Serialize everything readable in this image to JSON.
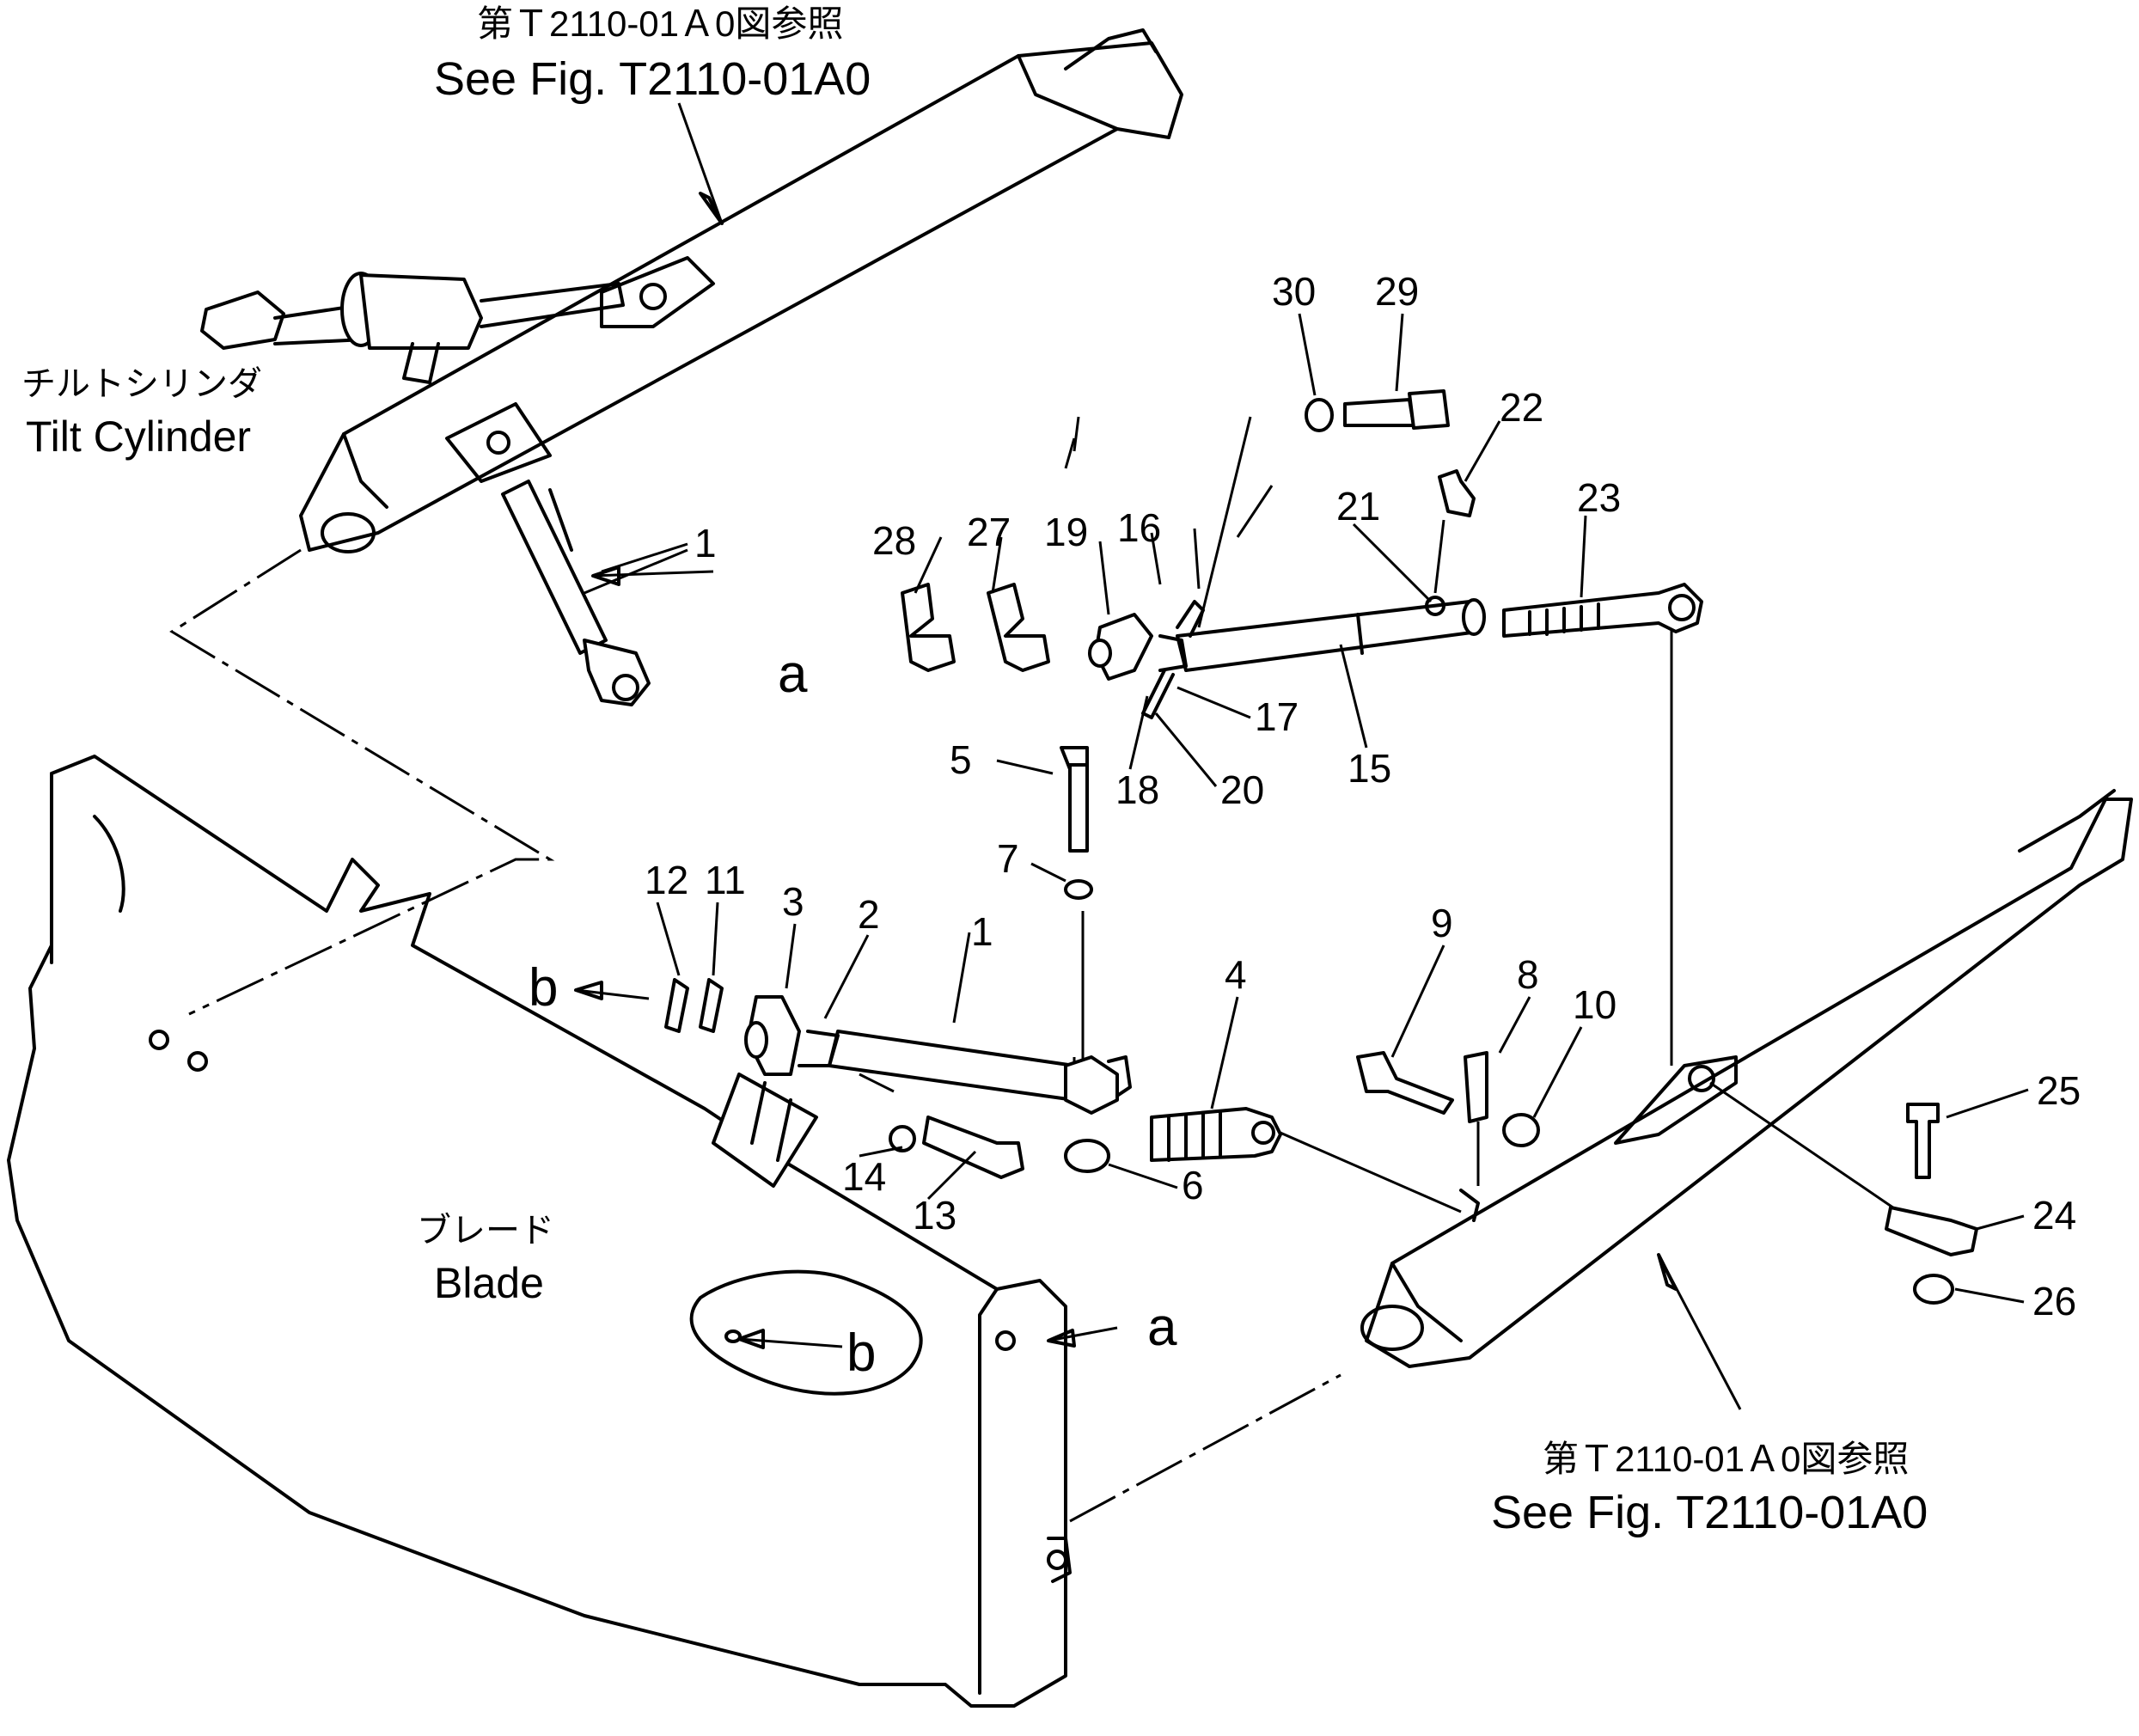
{
  "references": {
    "top_jp": "第Ｔ2110-01Ａ0図参照",
    "top_en": "See Fig. T2110-01A0",
    "bottom_jp": "第Ｔ2110-01Ａ0図参照",
    "bottom_en": "See Fig. T2110-01A0"
  },
  "labels": {
    "tilt_cylinder_jp": "チルトシリンダ",
    "tilt_cylinder_en": "Tilt Cylinder",
    "blade_jp": "ブレード",
    "blade_en": "Blade",
    "view_a": "a",
    "view_b": "b"
  },
  "callouts": [
    "1",
    "1",
    "2",
    "3",
    "4",
    "5",
    "6",
    "7",
    "8",
    "9",
    "10",
    "11",
    "12",
    "13",
    "14",
    "15",
    "16",
    "17",
    "18",
    "19",
    "20",
    "21",
    "22",
    "23",
    "24",
    "25",
    "26",
    "27",
    "28",
    "29",
    "30"
  ]
}
